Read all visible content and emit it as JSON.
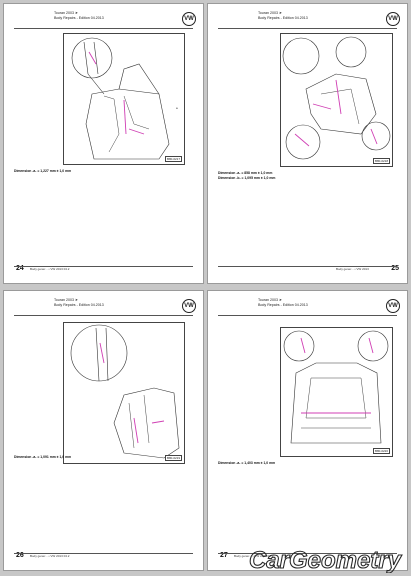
{
  "pages": [
    {
      "header_line1": "Touran 2003 ➤",
      "header_line2": "Body Repairs - Edition 04.2013",
      "fig_ref": "B80-0217",
      "captions": [
        "Dimension -a- = 1,227 mm ± 1,0 mm"
      ],
      "page_number": "24",
      "footer_text": "Body gener... • VW 2013 04.2"
    },
    {
      "header_line1": "Touran 2003 ➤",
      "header_line2": "Body Repairs - Edition 04.2013",
      "fig_ref": "B80-0218",
      "captions": [
        "Dimension -a- = 858 mm ± 1,0 mm",
        "Dimension -b- = 1,095 mm ± 1,0 mm"
      ],
      "page_number": "25",
      "footer_text": "Body gener... • VW 2013"
    },
    {
      "header_line1": "Touran 2003 ➤",
      "header_line2": "Body Repairs - Edition 04.2013",
      "fig_ref": "B80-0219",
      "captions": [
        "Dimension -a- = 1,091 mm ± 1,0 mm"
      ],
      "page_number": "26",
      "footer_text": "Body gener... • VW 2013 04.2"
    },
    {
      "header_line1": "Touran 2003 ➤",
      "header_line2": "Body Repairs - Edition 04.2013",
      "fig_ref": "B80-0220",
      "captions": [
        "Dimension -a- = 1,403 mm ± 1,0 mm"
      ],
      "page_number": "27",
      "footer_text": "Body gener... • VW 2013 04.2"
    }
  ],
  "brand_logo_text": "VW",
  "watermark_text": "CarGeometry",
  "colors": {
    "background": "#c7c7c7",
    "page": "#ffffff",
    "accent_magenta": "#d03fb4",
    "watermark": "#2a2a2a"
  }
}
